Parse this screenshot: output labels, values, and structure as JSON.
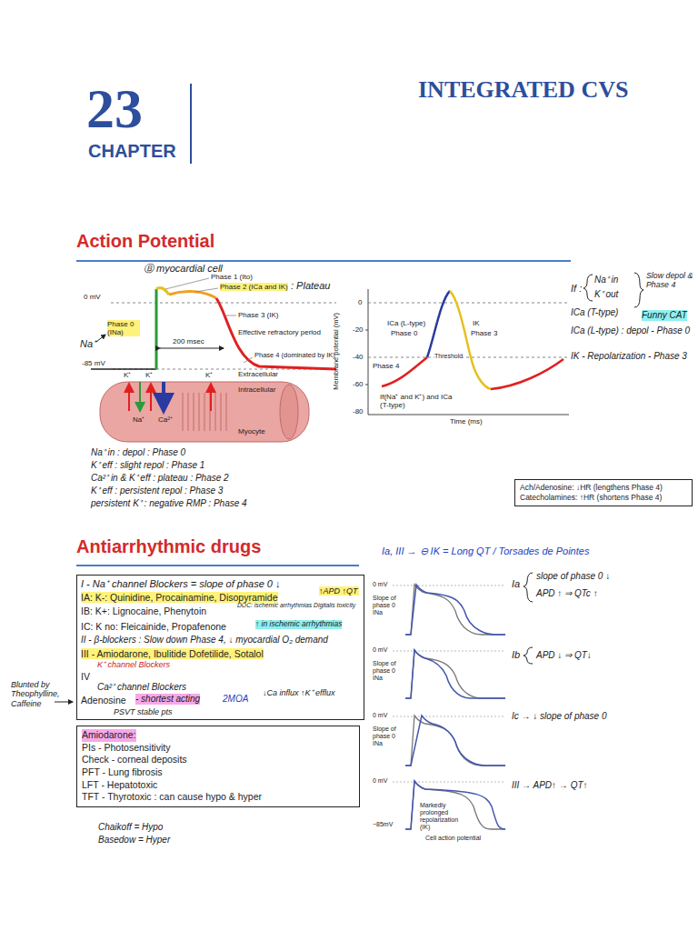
{
  "diagram": {
    "title": "INTEGRATED CVS",
    "nodes": [
      {
        "text": [
          "Ach/Adenosine: ↓HR (lengthens Phase 4)",
          "Catecholamines: ↑HR (shortens Phase 4)"
        ]
      },
      {
        "text": [
          "I - Na⁺ channel Blockers = slope of phase 0 ↓",
          "IA: K-: Quinidine, Procainamine, Disopyramide",
          "↑APD ↑QT",
          "IB: K+: Lignocaine, Phenytoin",
          "DOC: ischemic arrhythmias Digitalis toxicity",
          "IC: K no: Fleicainide, Propafenone",
          "↑ in ischemic arrhythmias",
          "II - β-blockers : Slow down Phase 4, ↓ myocardial O₂ demand",
          "III - Amiodarone, Ibulitide Dofetilide, Sotalol",
          "K⁺ channel Blockers",
          "IV",
          "Ca²⁺ channel Blockers",
          "Adenosine",
          "- shortest acting",
          "2MOA",
          "↓Ca influx ↑K⁺ efflux",
          "PSVT stable pts"
        ]
      },
      {
        "text": [
          "Amiodarone:",
          "PIs - Photosensitivity",
          "Check - corneal deposits",
          "PFT - Lung fibrosis",
          "LFT - Hepatotoxic",
          "TFT - Thyrotoxic : can cause hypo & hyper"
        ]
      }
    ],
    "labels": [
      "23",
      "CHAPTER",
      "Action Potential",
      "Ⓑ myocardial cell",
      "Phase 1 (Ito)",
      "Phase 2 (ICa and IK)",
      ": Plateau",
      "0 mV",
      "Phase 3 (IK)",
      "Phase 0 (INa)",
      "Na⁺",
      "Effective refractory period",
      "200 msec",
      "Phase 4 (dominated by IK)",
      "-85 mV",
      "K⁺",
      "K⁺",
      "K⁺",
      "Extracellular",
      "Intracellular",
      "Na⁺",
      "Ca²⁺",
      "Myocyte",
      "Na⁺ in : depol : Phase 0",
      "K⁺ eff : slight repol : Phase 1",
      "Ca²⁺ in & K⁺ eff : plateau : Phase 2",
      "K⁺ eff : persistent repol : Phase 3",
      "persistent K⁺ : negative RMP : Phase 4",
      "Membrane potential (mV)",
      "0",
      "-20",
      "-40",
      "-60",
      "-80",
      "ICa (L-type)",
      "Phase 0",
      "IK",
      "Phase 3",
      "Threshold",
      "Phase 4",
      "If(Na⁺ and K⁺) and ICa (T-type)",
      "Time (ms)",
      "If :",
      "Na⁺ in",
      "K⁺ out",
      "Slow depol & Phase 4",
      "Funny CAT",
      "ICa (T-type)",
      "ICa (L-type) : depol - Phase 0",
      "IK - Repolarization - Phase 3",
      "Antiarrhythmic drugs",
      "Ia, III → ⊖ IK = Long QT / Torsades de Pointes",
      "Blunted by Theophylline, Caffeine",
      "Chaikoff = Hypo",
      "Basedow = Hyper",
      "0 mV",
      "Slope of phase 0 INa",
      "0 mV",
      "Slope of phase 0 INa",
      "0 mV",
      "Slope of phase 0 INa",
      "0 mV",
      "Markedly prolonged repolarization (IK)",
      "−85mV",
      "Cell action potential",
      "Ia",
      "slope of phase 0 ↓",
      "APD ↑ ⇒ QTc ↑",
      "Ib",
      "APD ↓ ⇒ QT↓",
      "Ic → ↓ slope of phase 0",
      "III → APD↑ → QT↑"
    ]
  }
}
